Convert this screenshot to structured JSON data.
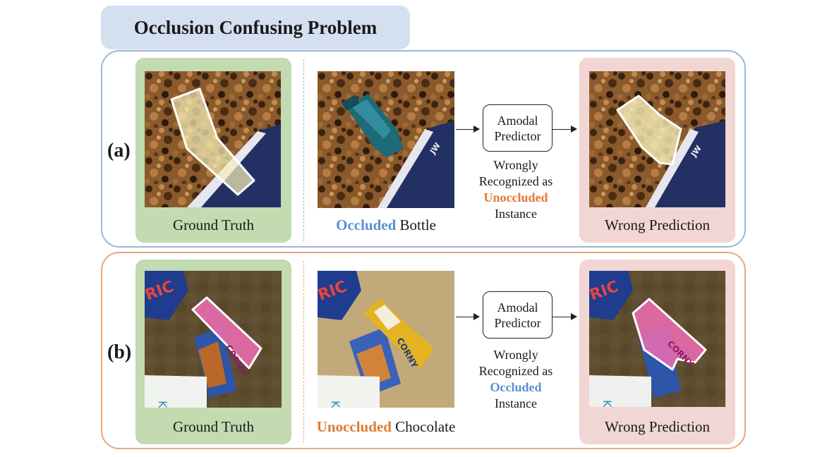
{
  "title": "Occlusion Confusing Problem",
  "colors": {
    "title_bg": "#d4dff0",
    "row_a_border": "#9ab6da",
    "row_b_border": "#e8a97e",
    "ground_truth_bg": "#c2dbb0",
    "wrong_prediction_bg": "#f1d6d3",
    "occluded_text": "#5b8fd1",
    "unoccluded_text": "#e07b35"
  },
  "rows": [
    {
      "label": "(a)",
      "ground_truth_caption": "Ground Truth",
      "input_highlight": "Occluded",
      "input_object": "Bottle",
      "predictor_line1": "Amodal",
      "predictor_line2": "Predictor",
      "note_line1": "Wrongly",
      "note_line2": "Recognized as",
      "note_highlight": "Unoccluded",
      "note_line4": "Instance",
      "prediction_caption": "Wrong Prediction",
      "notebook_text": "JW"
    },
    {
      "label": "(b)",
      "ground_truth_caption": "Ground Truth",
      "input_highlight": "Unoccluded",
      "input_object": "Chocolate",
      "predictor_line1": "Amodal",
      "predictor_line2": "Predictor",
      "note_line1": "Wrongly",
      "note_line2": "Recognized as",
      "note_highlight": "Occluded",
      "note_line4": "Instance",
      "prediction_caption": "Wrong Prediction",
      "bar_brand": "CORNY",
      "bag_brand": "RIC",
      "book_text": "Köln"
    }
  ]
}
